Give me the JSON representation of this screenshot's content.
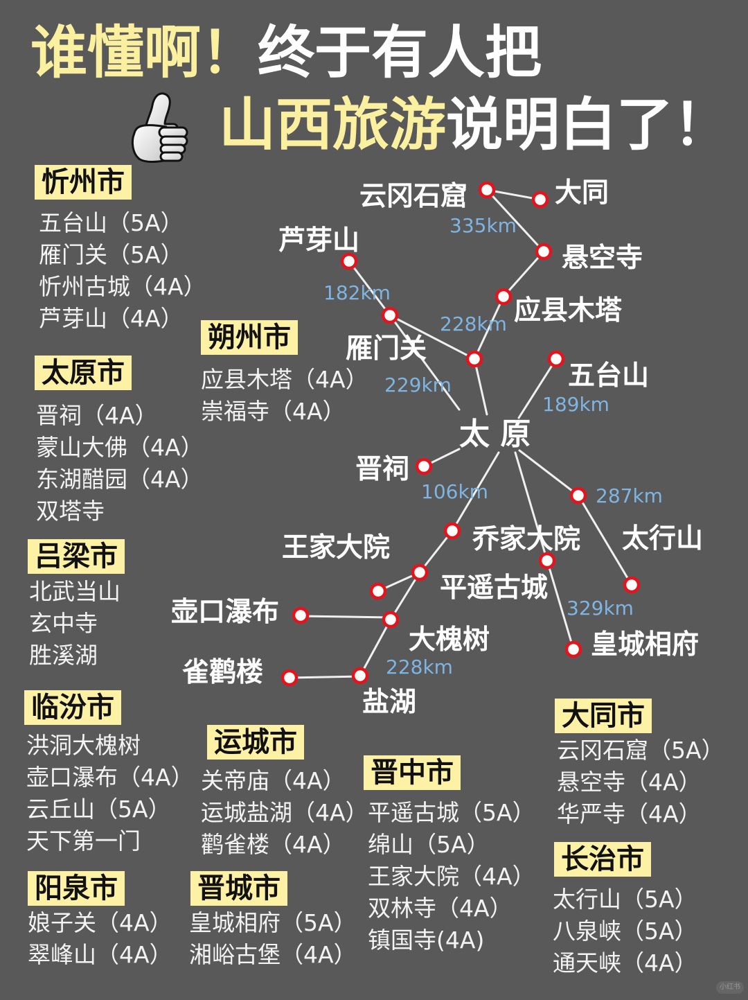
{
  "title": {
    "line1_highlight": "谁懂啊！",
    "line1_rest": "终于有人把",
    "line2_highlight": "山西旅游",
    "line2_rest": "说明白了！",
    "icon": "thumbs-up-icon"
  },
  "colors": {
    "background": "#595959",
    "title_highlight": "#fbf0a0",
    "city_label_box": "#fdf1a5",
    "node_ring": "#e5141c",
    "node_fill": "#ffffff",
    "route_line": "#f0f0f0",
    "distance_text": "#7fb5e3",
    "text": "#ffffff"
  },
  "cities": [
    {
      "name": "忻州市",
      "spots": [
        "五台山（5A）",
        "雁门关（5A）",
        "忻州古城（4A）",
        "芦芽山（4A）"
      ]
    },
    {
      "name": "朔州市",
      "spots": [
        "应县木塔（4A）",
        "崇福寺（4A）"
      ]
    },
    {
      "name": "太原市",
      "spots": [
        "晋祠（4A）",
        "蒙山大佛（4A）",
        "东湖醋园（4A）",
        "双塔寺"
      ]
    },
    {
      "name": "吕梁市",
      "spots": [
        "北武当山",
        "玄中寺",
        "胜溪湖"
      ]
    },
    {
      "name": "临汾市",
      "spots": [
        "洪洞大槐树",
        "壶口瀑布（4A）",
        "云丘山（5A）",
        "天下第一门"
      ]
    },
    {
      "name": "运城市",
      "spots": [
        "关帝庙（4A）",
        "运城盐湖（4A）",
        "鹳雀楼（4A）"
      ]
    },
    {
      "name": "晋中市",
      "spots": [
        "平遥古城（5A）",
        "绵山（5A）",
        "王家大院（4A）",
        "双林寺（4A）",
        "镇国寺(4A)"
      ]
    },
    {
      "name": "大同市",
      "spots": [
        "云冈石窟（5A）",
        "悬空寺（4A）",
        "华严寺（4A）"
      ]
    },
    {
      "name": "长治市",
      "spots": [
        "太行山（5A）",
        "八泉峡（5A）",
        "通天峡（4A）"
      ]
    },
    {
      "name": "阳泉市",
      "spots": [
        "娘子关（4A）",
        "翠峰山（4A）"
      ]
    },
    {
      "name": "晋城市",
      "spots": [
        "皇城相府（5A）",
        "湘峪古堡（4A）"
      ]
    }
  ],
  "map": {
    "hub_label": "太 原",
    "places": [
      "云冈石窟",
      "大同",
      "悬空寺",
      "应县木塔",
      "芦芽山",
      "雁门关",
      "五台山",
      "晋祠",
      "乔家大院",
      "太行山",
      "王家大院",
      "平遥古城",
      "壶口瀑布",
      "大槐树",
      "皇城相府",
      "雀鹳楼",
      "盐湖"
    ],
    "distances": [
      "335km",
      "182km",
      "228km",
      "229km",
      "189km",
      "106km",
      "287km",
      "329km",
      "228km"
    ]
  },
  "watermark": "小红书"
}
